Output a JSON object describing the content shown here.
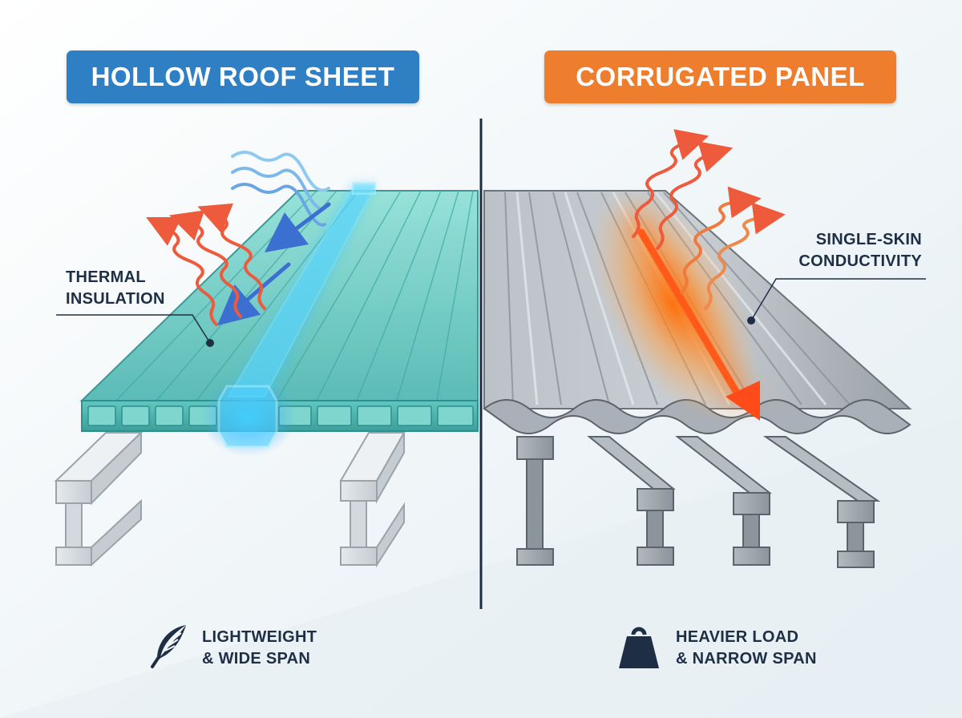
{
  "colors": {
    "left_banner": "#2f7fc5",
    "right_banner": "#ee7d2d",
    "text_dark": "#1e2f45",
    "divider": "#1c2d42",
    "hollow_sheet": "#5cc5bf",
    "corrugated_sheet": "#a9b0b7",
    "cold_arrow": "#3b6fd0",
    "heat_arrow": "#ee5a3c",
    "glow_blue": "#39c6ff",
    "glow_orange": "#ff8a1e"
  },
  "left": {
    "title": "HOLLOW ROOF SHEET",
    "callout_line1": "THERMAL",
    "callout_line2": "INSULATION",
    "feature_line1": "LIGHTWEIGHT",
    "feature_line2": "& WIDE SPAN",
    "feature_icon": "feather-icon"
  },
  "right": {
    "title": "CORRUGATED PANEL",
    "callout_line1": "SINGLE-SKIN",
    "callout_line2": "CONDUCTIVITY",
    "feature_line1": "HEAVIER LOAD",
    "feature_line2": "& NARROW SPAN",
    "feature_icon": "weight-icon"
  }
}
